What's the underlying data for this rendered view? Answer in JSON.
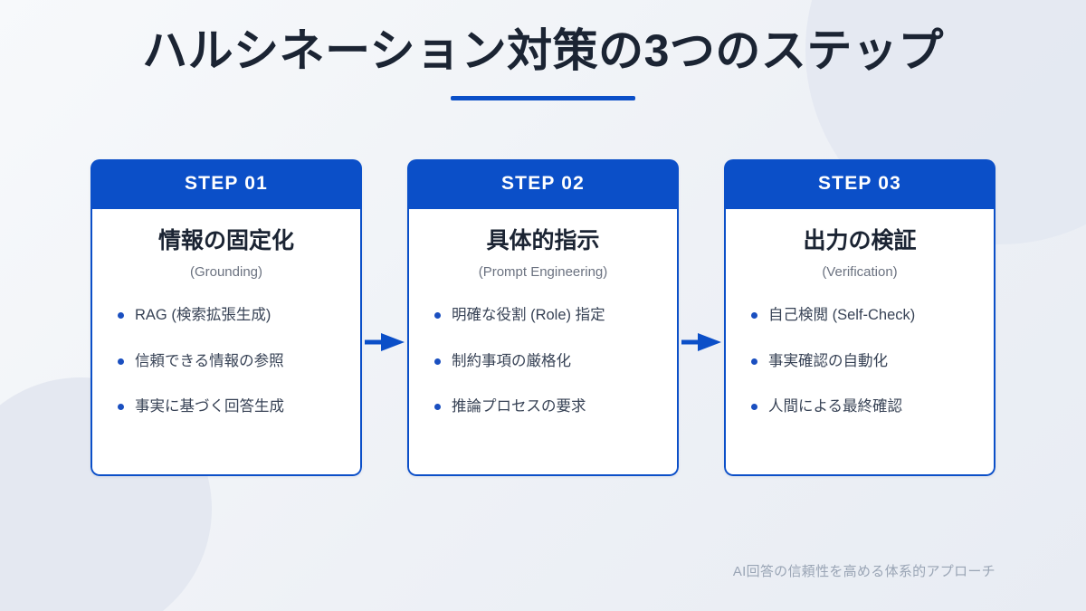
{
  "slide": {
    "title": "ハルシネーション対策の3つのステップ",
    "footer_note": "AI回答の信頼性を高める体系的アプローチ",
    "accent_color": "#0b4fc8",
    "title_color": "#1b2433",
    "subtitle_color": "#6b7280",
    "bullet_text_color": "#384356",
    "footer_color": "#9aa5b5",
    "background_color": "#eef1f6"
  },
  "steps": [
    {
      "step_label": "STEP 01",
      "title": "情報の固定化",
      "subtitle": "(Grounding)",
      "bullets": [
        "RAG (検索拡張生成)",
        "信頼できる情報の参照",
        "事実に基づく回答生成"
      ]
    },
    {
      "step_label": "STEP 02",
      "title": "具体的指示",
      "subtitle": "(Prompt Engineering)",
      "bullets": [
        "明確な役割 (Role) 指定",
        "制約事項の厳格化",
        "推論プロセスの要求"
      ]
    },
    {
      "step_label": "STEP 03",
      "title": "出力の検証",
      "subtitle": "(Verification)",
      "bullets": [
        "自己検閲 (Self-Check)",
        "事実確認の自動化",
        "人間による最終確認"
      ]
    }
  ]
}
